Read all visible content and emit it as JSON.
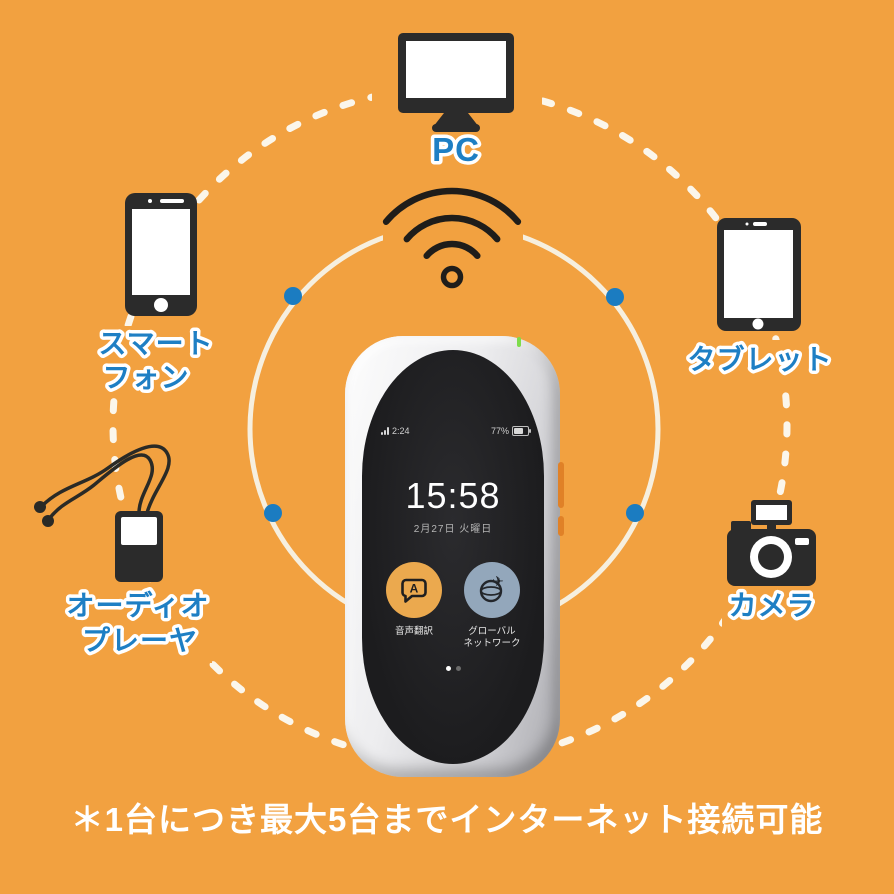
{
  "colors": {
    "background": "#F2A140",
    "label_blue": "#1E7FC4",
    "icon_dark": "#2B2B2B",
    "connection_dot_blue": "#1B7CC1",
    "dashed_ring": "#FBF6EB",
    "solid_ring": "#F6EFDF",
    "voice_button": "#EBA94E",
    "network_button": "#93A7BB",
    "led_green": "#7EDC4B"
  },
  "nodes": {
    "pc": {
      "label": "PC",
      "icon": "desktop-monitor-icon"
    },
    "smartphone": {
      "lines": [
        "スマート",
        "フォン"
      ],
      "icon": "smartphone-icon"
    },
    "tablet": {
      "label": "タブレット",
      "icon": "tablet-icon"
    },
    "audio_player": {
      "lines": [
        "オーディオ",
        "プレーヤ"
      ],
      "icon": "audio-player-icon"
    },
    "camera": {
      "label": "カメラ",
      "icon": "camera-icon"
    }
  },
  "center": {
    "icon": "wifi-icon"
  },
  "device_screen": {
    "status_left_time": "2:24",
    "status_right_battery": "77%",
    "clock": "15:58",
    "date": "2月27日 火曜日",
    "app_buttons": [
      {
        "label": "音声翻訳",
        "icon": "speech-bubble-translate-icon",
        "icon_letter": "A"
      },
      {
        "label_lines": [
          "グローバル",
          "ネットワーク"
        ],
        "icon": "globe-network-icon",
        "plane_glyph": "✈"
      }
    ],
    "page_dots": 2
  },
  "footnote": "＊1台につき最大5台までインターネット接続可能"
}
